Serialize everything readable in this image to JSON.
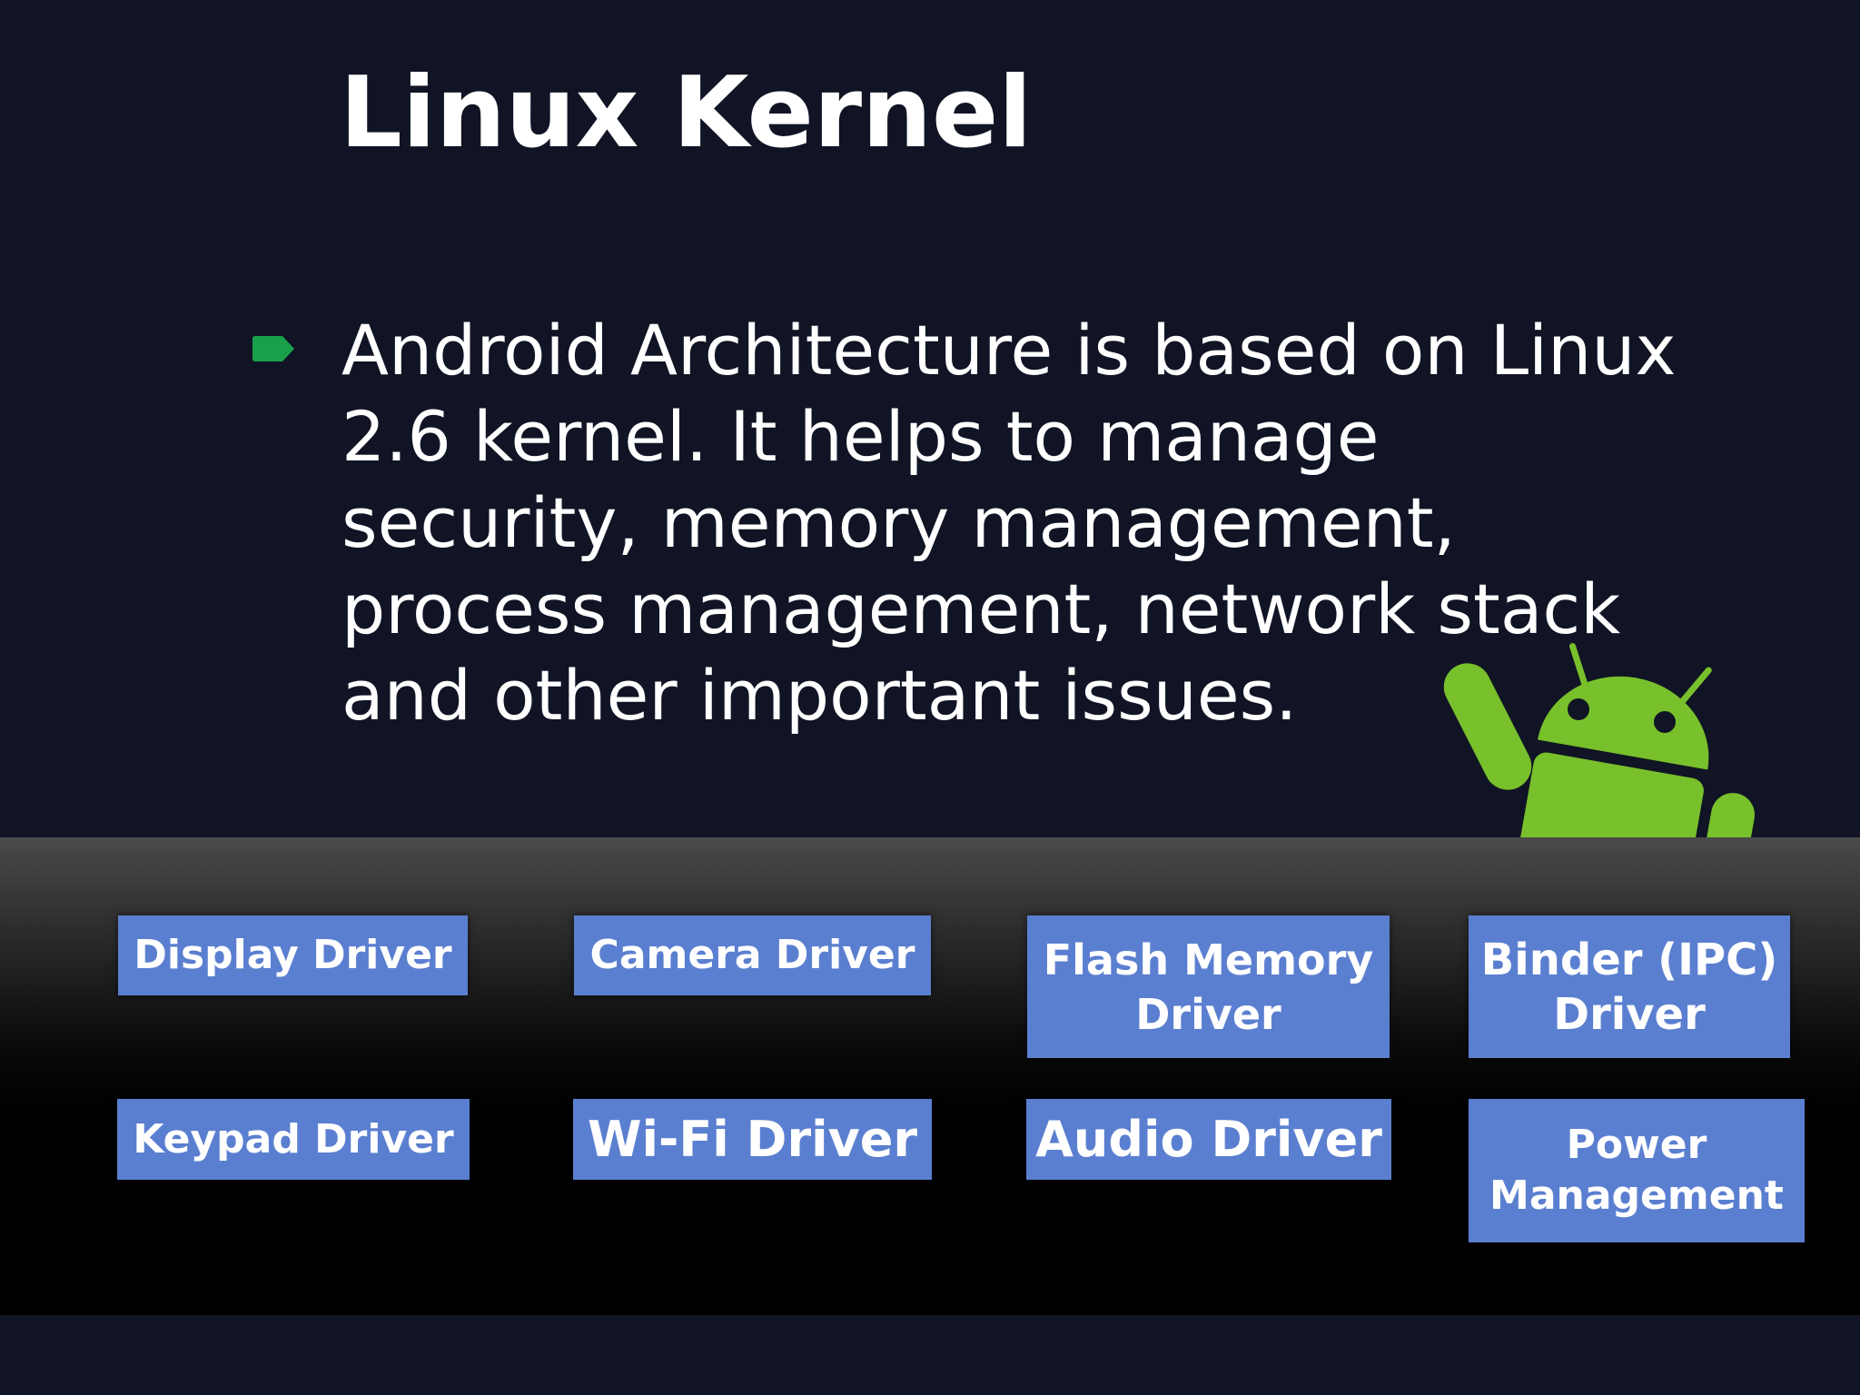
{
  "slide": {
    "title": "Linux Kernel",
    "bullet": {
      "icon": "green-arrow-bullet-icon",
      "color": "#1aa04a",
      "text": "Android Architecture is based on Linux 2.6 kernel. It helps to manage security, memory management, process management, network stack and other important issues."
    },
    "mascot": {
      "icon": "android-robot-icon",
      "color": "#78c02c"
    }
  },
  "drivers": {
    "accent_color": "#5b7fd0",
    "display": [
      "Display Driver"
    ],
    "camera": [
      "Camera Driver"
    ],
    "flash": [
      "Flash Memory",
      "Driver"
    ],
    "binder": [
      "Binder (IPC)",
      "Driver"
    ],
    "keypad": [
      "Keypad Driver"
    ],
    "wifi": [
      "Wi-Fi Driver"
    ],
    "audio": [
      "Audio Driver"
    ],
    "power": [
      "Power",
      "Management"
    ]
  }
}
